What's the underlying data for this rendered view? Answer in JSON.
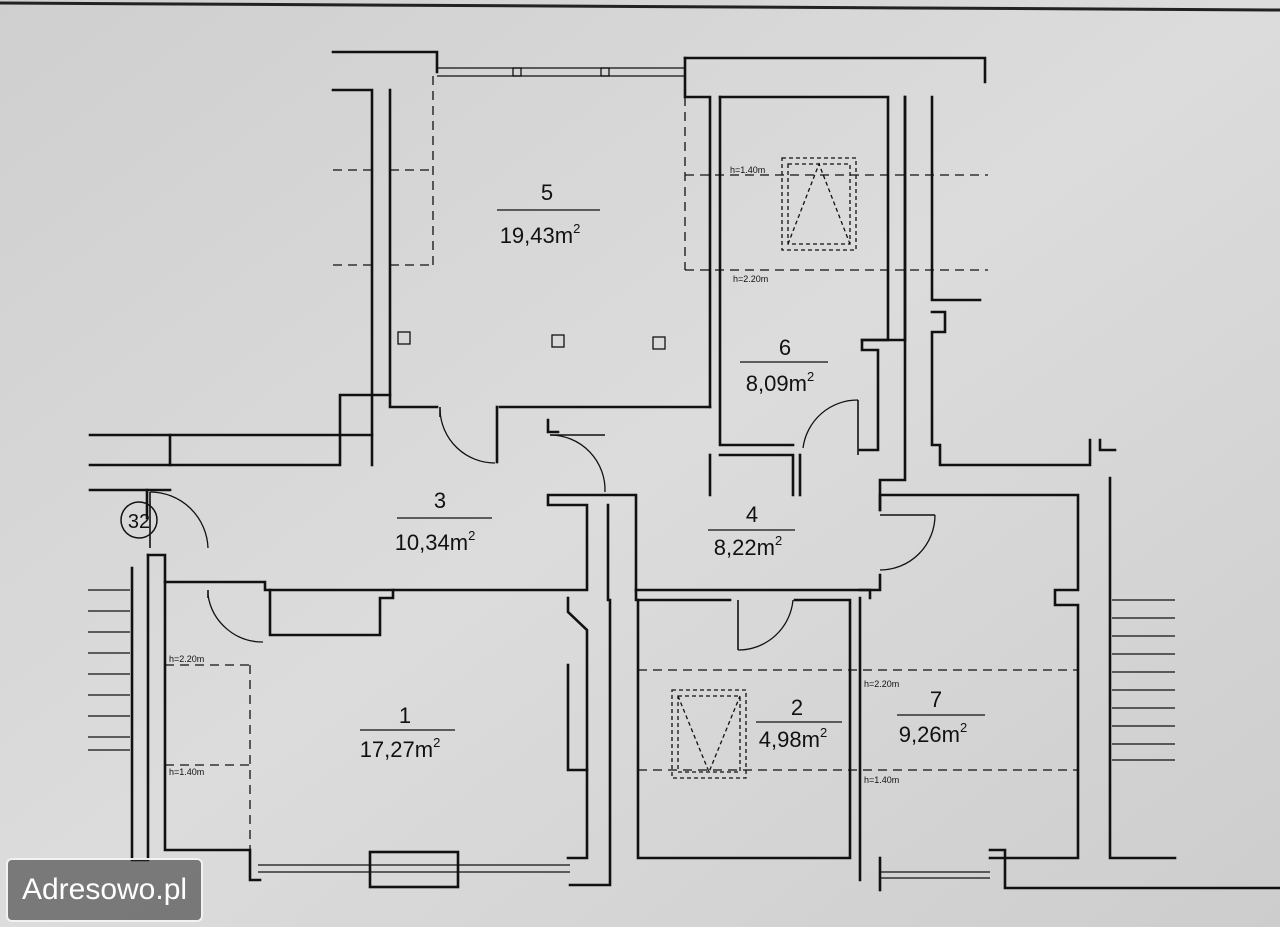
{
  "plan": {
    "entrance_number": "32",
    "rooms": [
      {
        "number": "1",
        "area": "17,27m",
        "unit_sup": "2"
      },
      {
        "number": "2",
        "area": "4,98m",
        "unit_sup": "2"
      },
      {
        "number": "3",
        "area": "10,34m",
        "unit_sup": "2"
      },
      {
        "number": "4",
        "area": "8,22m",
        "unit_sup": "2"
      },
      {
        "number": "5",
        "area": "19,43m",
        "unit_sup": "2"
      },
      {
        "number": "6",
        "area": "8,09m",
        "unit_sup": "2"
      },
      {
        "number": "7",
        "area": "9,26m",
        "unit_sup": "2"
      }
    ],
    "height_labels": {
      "room6_top": "h=1.40m",
      "room6_bottom": "h=2.20m",
      "room1_top": "h=2.20m",
      "room1_bottom": "h=1.40m",
      "room7_top": "h=2.20m",
      "room7_bottom": "h=1.40m"
    }
  },
  "watermark": {
    "text": "Adresowo.pl"
  }
}
